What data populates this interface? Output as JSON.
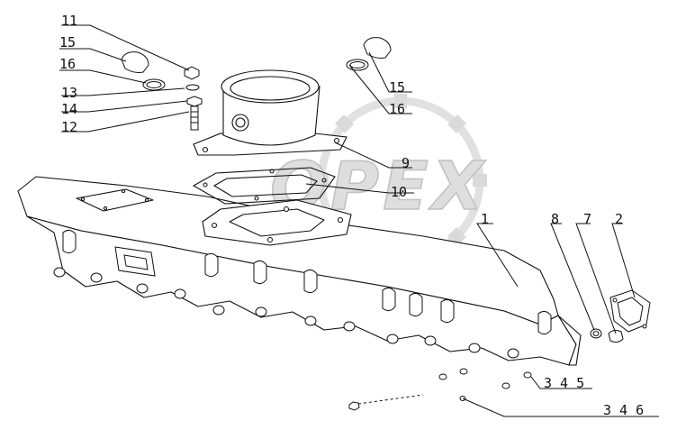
{
  "watermark": {
    "text": "OPEX",
    "color": "#b8b8b8"
  },
  "line_color": "#111111",
  "callouts": [
    {
      "id": "c11a",
      "text": "11"
    },
    {
      "id": "c15a",
      "text": "15"
    },
    {
      "id": "c16a",
      "text": "16"
    },
    {
      "id": "c13",
      "text": "13"
    },
    {
      "id": "c14",
      "text": "14"
    },
    {
      "id": "c12",
      "text": "12"
    },
    {
      "id": "c15b",
      "text": "15"
    },
    {
      "id": "c16b",
      "text": "16"
    },
    {
      "id": "c9",
      "text": "9"
    },
    {
      "id": "c10",
      "text": "10"
    },
    {
      "id": "c1",
      "text": "1"
    },
    {
      "id": "c8",
      "text": "8"
    },
    {
      "id": "c7",
      "text": "7"
    },
    {
      "id": "c2",
      "text": "2"
    },
    {
      "id": "c345",
      "text": "3 4 5"
    },
    {
      "id": "c346",
      "text": "3 4 6"
    }
  ]
}
